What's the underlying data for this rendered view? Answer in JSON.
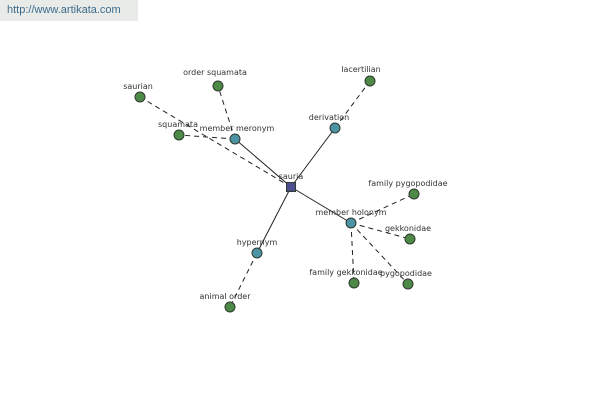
{
  "watermark": "http://www.artikata.com",
  "colors": {
    "root": "#4a4e8c",
    "relation": "#4c93a3",
    "leaf": "#4e8a47"
  },
  "graph": {
    "root": "sauria",
    "relations": [
      {
        "label": "member meronym",
        "children": [
          "saurian",
          "order squamata",
          "squamata"
        ]
      },
      {
        "label": "derivation",
        "children": [
          "lacertilian"
        ]
      },
      {
        "label": "member holonym",
        "children": [
          "family pygopodidae",
          "gekkonidae",
          "family gekkonidae",
          "pygopodidae"
        ]
      },
      {
        "label": "hypernym",
        "children": [
          "animal order"
        ]
      }
    ]
  }
}
